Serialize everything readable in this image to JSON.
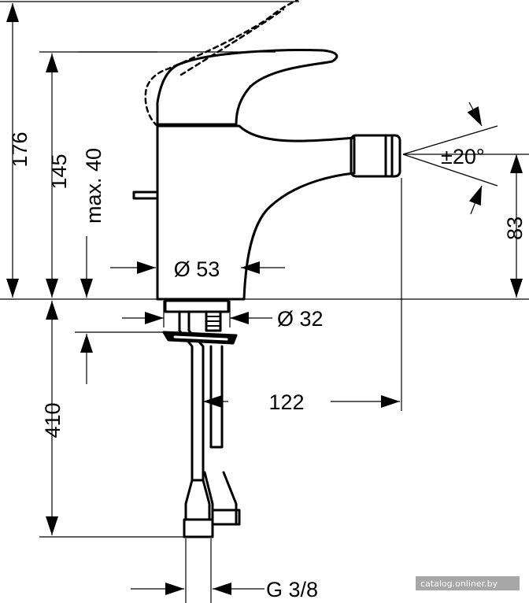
{
  "dimensions": {
    "height_total": "176",
    "height_body": "145",
    "lever_clearance": "max. 40",
    "body_diameter": "Ø 53",
    "base_diameter": "Ø 32",
    "spout_angle": "±20°",
    "spout_height": "83",
    "spout_reach": "122",
    "supply_length": "410",
    "connection_thread": "G 3/8"
  },
  "watermark": "catalog.onliner.by"
}
